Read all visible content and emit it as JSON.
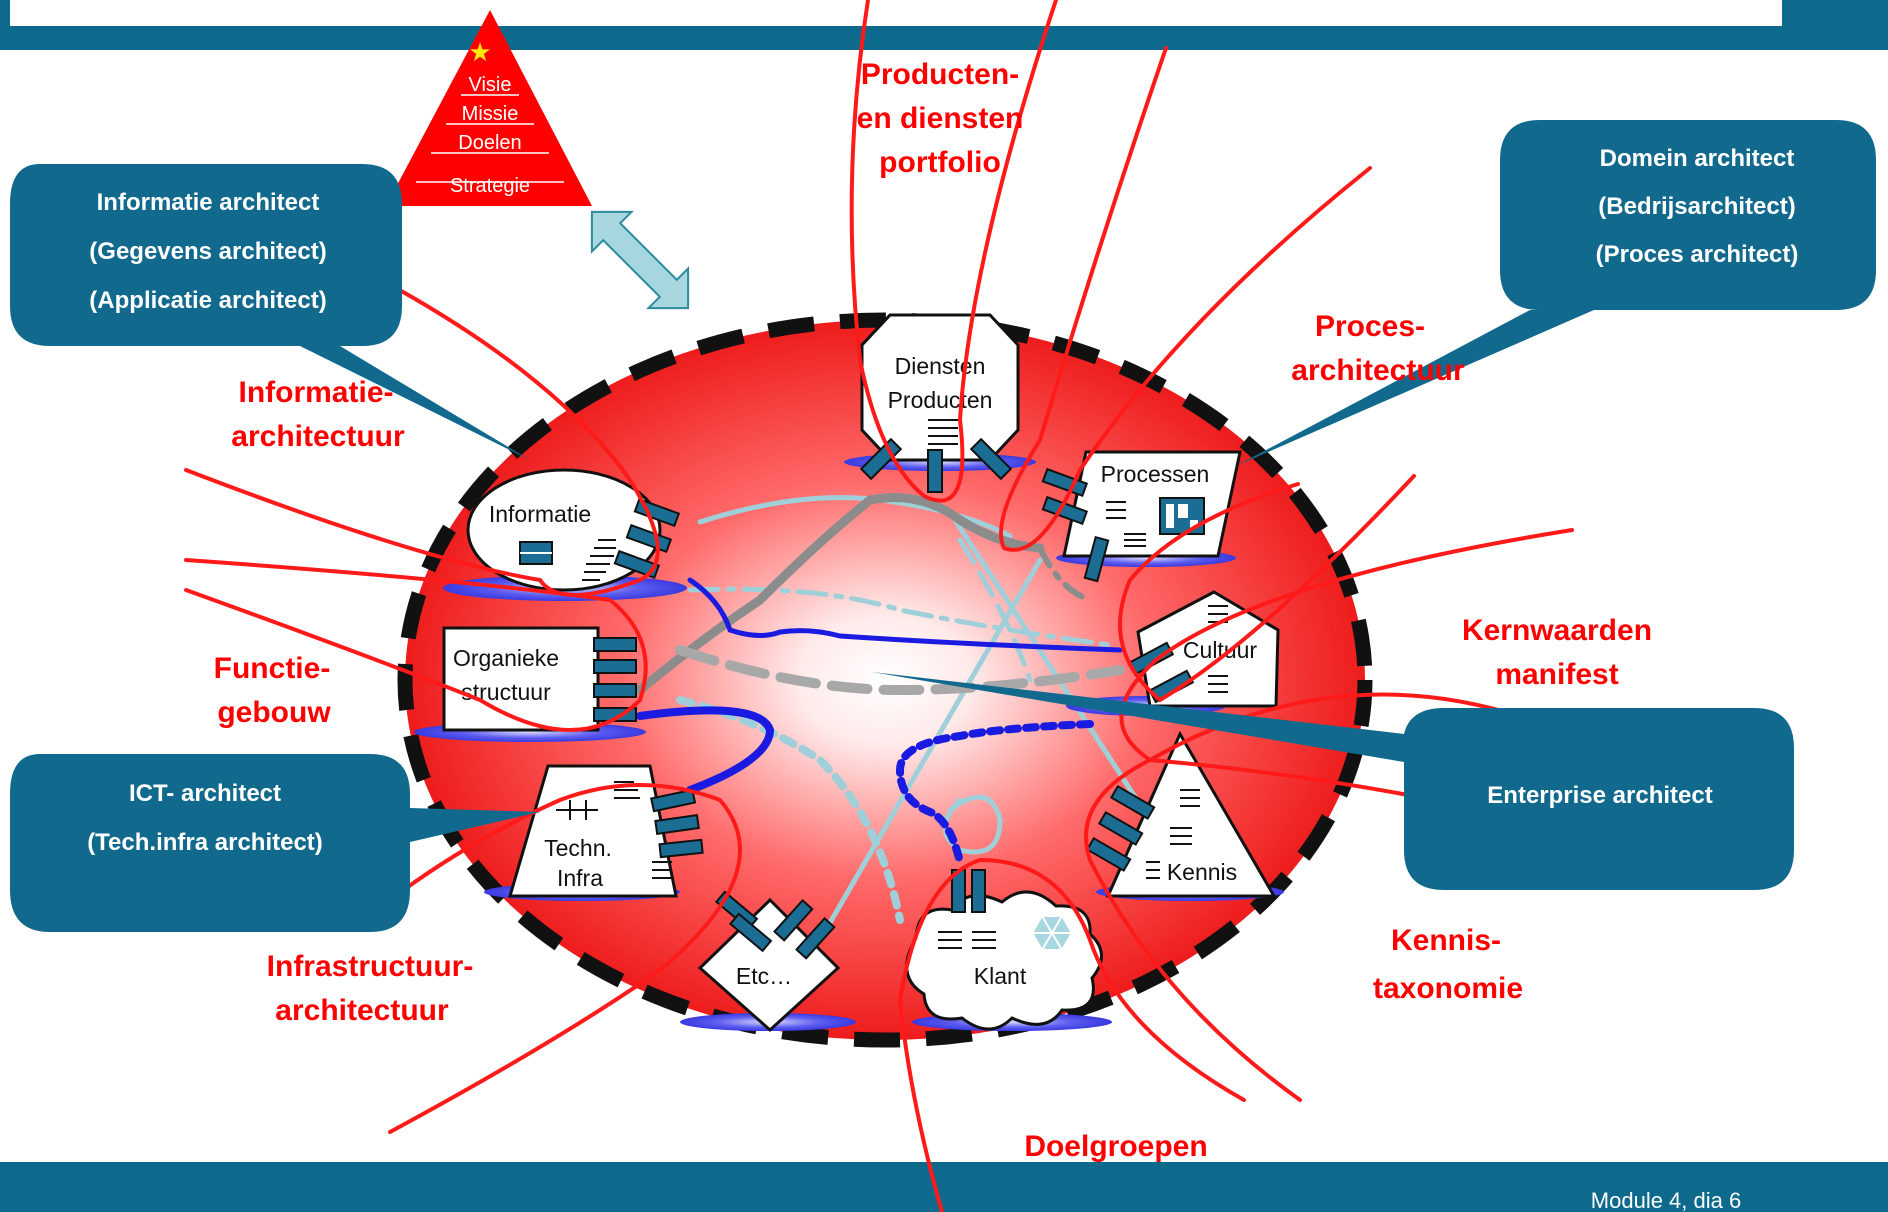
{
  "footer": "Module 4, dia 6",
  "pyramid": [
    "Visie",
    "Missie",
    "Doelen",
    "Strategie"
  ],
  "domains": {
    "producten": [
      "Producten-",
      "en diensten",
      "portfolio"
    ],
    "proces": [
      "Proces-",
      "architectuur"
    ],
    "informatie": [
      "Informatie-",
      "architectuur"
    ],
    "functie": [
      "Functie-",
      "gebouw"
    ],
    "kernwaarden": [
      "Kernwaarden",
      "manifest"
    ],
    "infra": [
      "Infrastructuur-",
      "architectuur"
    ],
    "kennis": [
      "Kennis-",
      "taxonomie"
    ],
    "doelgroepen": "Doelgroepen"
  },
  "callouts": {
    "informatie": [
      "Informatie architect",
      "(Gegevens architect)",
      "(Applicatie architect)"
    ],
    "domein": [
      "Domein architect",
      "(Bedrijsarchitect)",
      "(Proces architect)"
    ],
    "ict": [
      "ICT- architect",
      "(Tech.infra architect)"
    ],
    "enterprise": "Enterprise architect"
  },
  "nodes": {
    "diensten": [
      "Diensten",
      "Producten"
    ],
    "processen": "Processen",
    "informatie": "Informatie",
    "organieke": [
      "Organieke",
      "structuur"
    ],
    "cultuur": "Cultuur",
    "techn": [
      "Techn.",
      "Infra"
    ],
    "kennis": "Kennis",
    "etc": "Etc…",
    "klant": "Klant"
  },
  "colors": {
    "bar": "#0E6A8C",
    "callout": "#11698D",
    "domain_text": "#FF0000",
    "red_line": "#FF1A1A",
    "blue_line": "#1A1AE0",
    "gray_line": "#8C8C8C",
    "light_line": "#9FD0DA"
  }
}
